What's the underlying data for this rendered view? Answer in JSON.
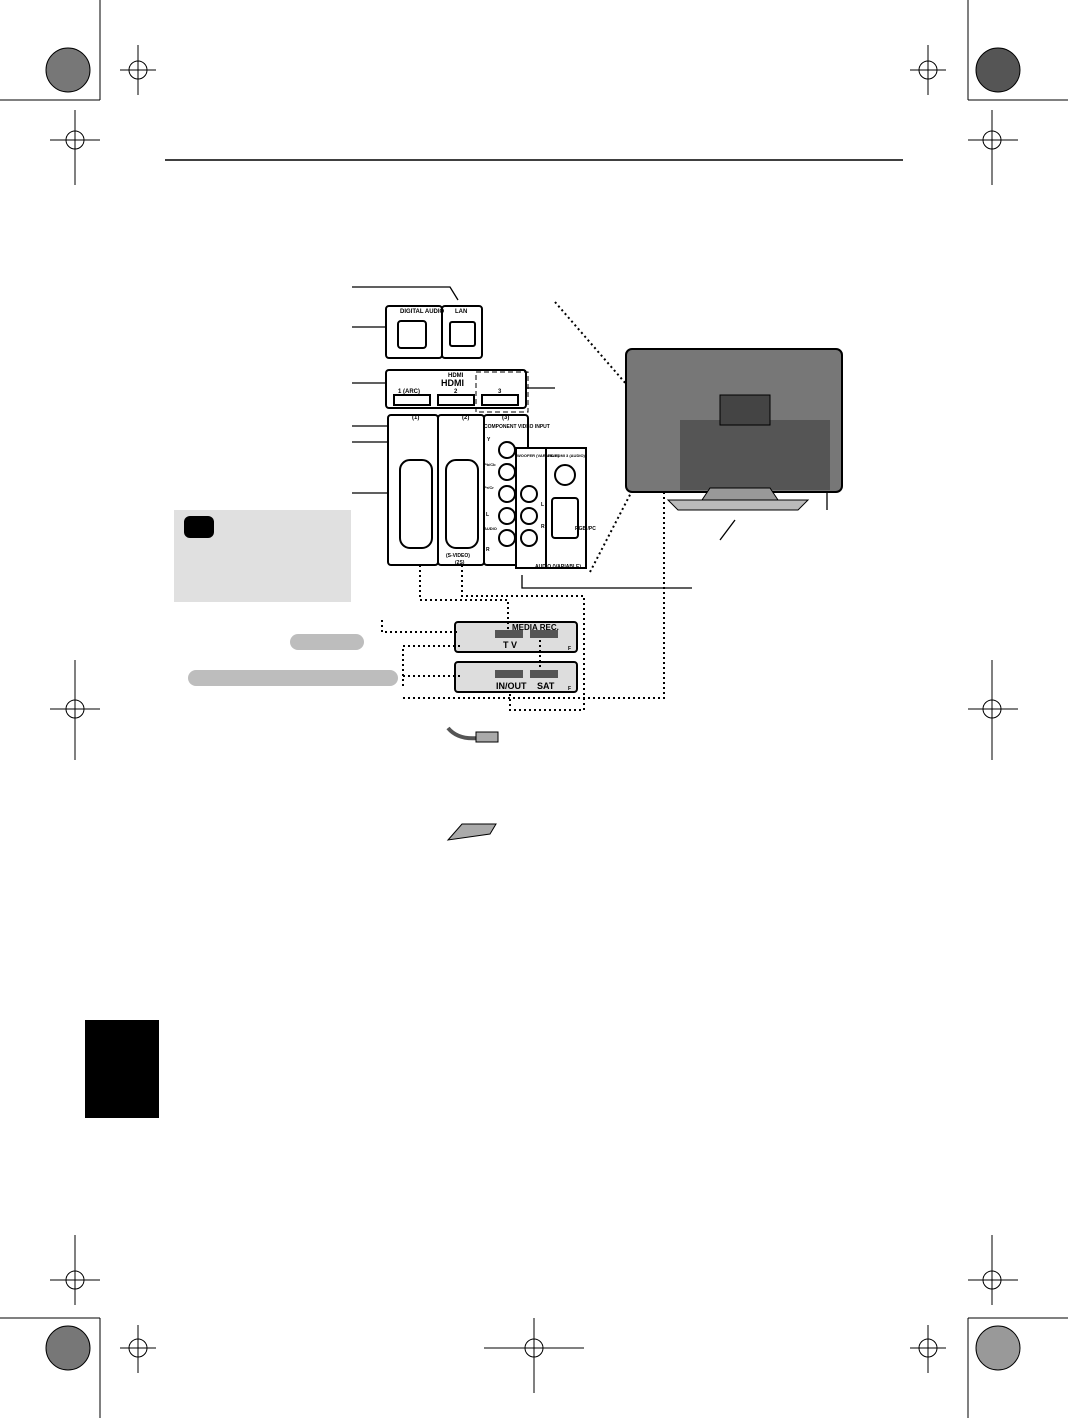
{
  "panel": {
    "digital_audio": "DIGITAL AUDIO",
    "lan": "LAN",
    "hdmi_heading": "HDMI",
    "hdmi_logo": "HDMI",
    "hdmi_ports": [
      "1 (ARC)",
      "2",
      "3"
    ],
    "scart1": "(1)",
    "scart2": "(2)",
    "input3": "(3)",
    "component": "COMPONENT VIDEO INPUT",
    "y": "Y",
    "pb": "Pb/Cb",
    "pr": "Pr/Cr",
    "l": "L",
    "audio": "AUDIO",
    "r": "R",
    "woofer": "WOOFER (VARIABLE)",
    "pc_audio": "PC/HDMI 3 (AUDIO)",
    "rgb_pc": "RGB /PC",
    "svideo": "(S-VIDEO)",
    "input2s": "(2S)",
    "audio_variable": "AUDIO (VARIABLE)",
    "r2": "R",
    "l2": "L"
  },
  "devices": {
    "recorder_label": "MEDIA REC.",
    "recorder_tv": "T V",
    "stb_inout": "IN/OUT",
    "stb_sat": "SAT",
    "f1": "F",
    "f2": "F"
  },
  "colors": {
    "note_box": "#e0e0e0",
    "pill": "#bdbdbd",
    "side_tab": "#000000"
  }
}
